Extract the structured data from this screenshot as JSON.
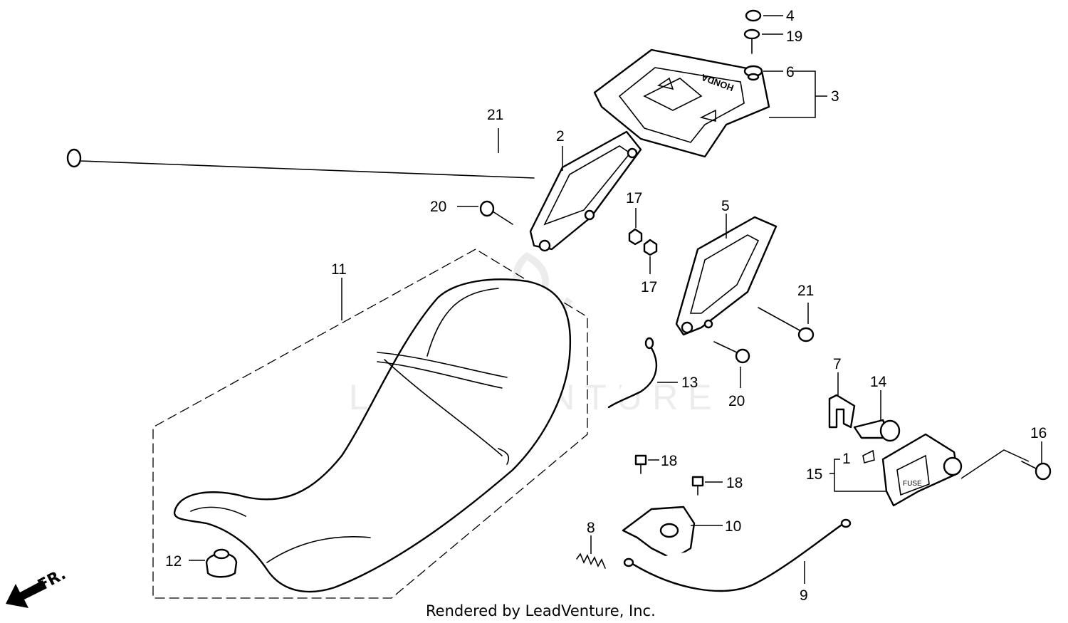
{
  "watermark": "LEADVENTURE",
  "credit": "Rendered by LeadVenture, Inc.",
  "direction": {
    "label": "FR."
  },
  "carrier_mark": "HONDA",
  "fuse_mark": "FUSE",
  "callouts": {
    "p1": "1",
    "p2": "2",
    "p3": "3",
    "p4": "4",
    "p5": "5",
    "p6": "6",
    "p7": "7",
    "p8": "8",
    "p9": "9",
    "p10": "10",
    "p11": "11",
    "p12": "12",
    "p13": "13",
    "p14": "14",
    "p15": "15",
    "p16": "16",
    "p17a": "17",
    "p17b": "17",
    "p18a": "18",
    "p18b": "18",
    "p19": "19",
    "p20a": "20",
    "p20b": "20",
    "p21a": "21",
    "p21b": "21"
  }
}
